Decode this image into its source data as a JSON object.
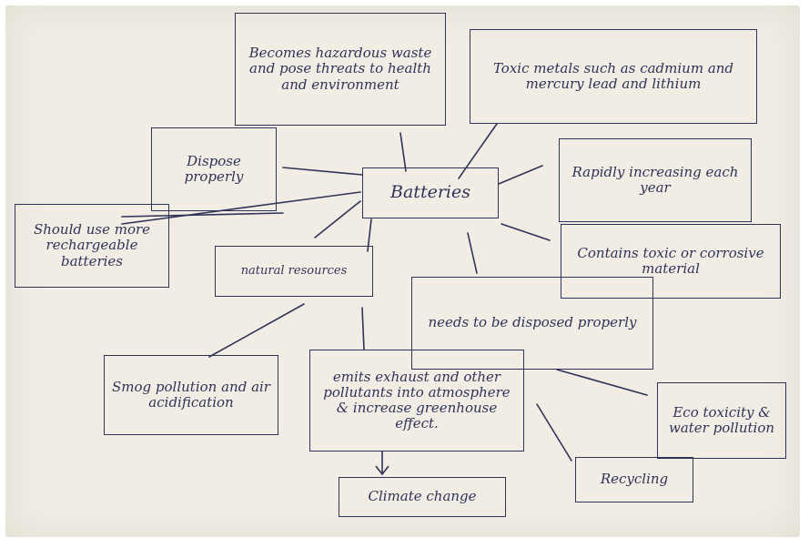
{
  "diagram": {
    "central": "Batteries",
    "nodes": {
      "hazardous": "Becomes hazardous waste and pose threats to health and environment",
      "toxic_metals": "Toxic metals such as cadmium and mercury lead and lithium",
      "dispose": "Dispose properly",
      "rapidly": "Rapidly increasing each year",
      "rechargeable": "Should use more rechargeable batteries",
      "contains": "Contains toxic or corrosive material",
      "natural": "natural resources",
      "needs": "needs to be disposed properly",
      "smog": "Smog pollution and air acidification",
      "emits": "emits exhaust and other pollutants into atmosphere & increase greenhouse effect.",
      "eco": "Eco toxicity & water pollution",
      "recycling": "Recycling",
      "climate": "Climate change"
    }
  }
}
